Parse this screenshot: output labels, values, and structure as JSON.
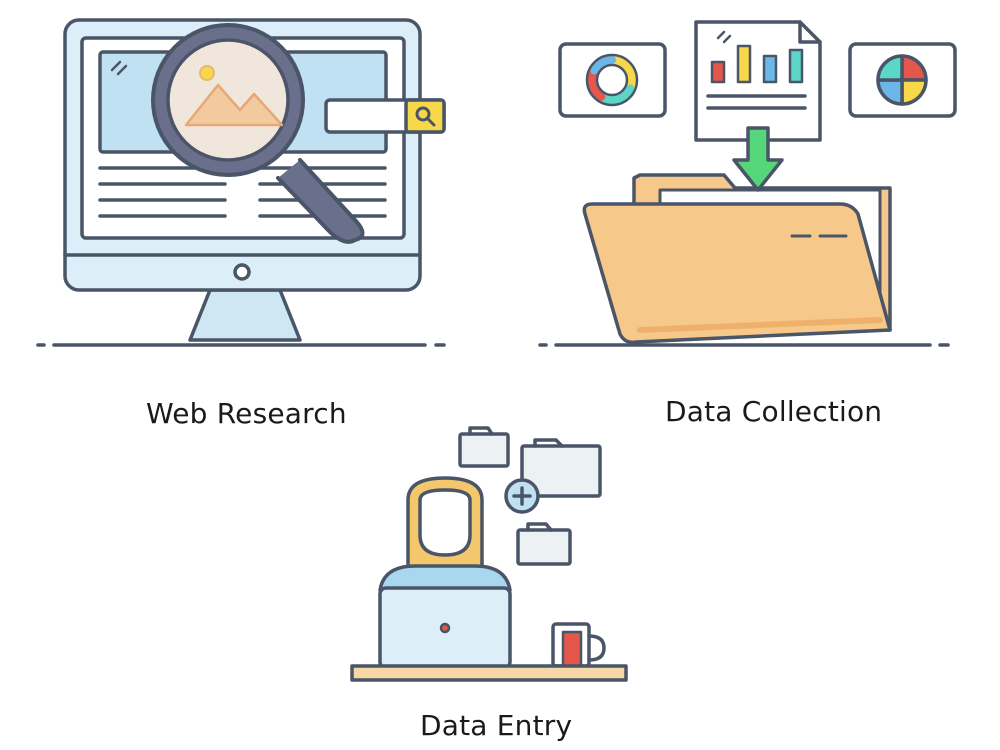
{
  "captions": {
    "web_research": "Web Research",
    "data_collection": "Data Collection",
    "data_entry": "Data Entry"
  },
  "palette": {
    "outline": "#4a5568",
    "screen_blue": "#bfe1f2",
    "monitor_frame": "#dceef7",
    "folder_orange": "#f6c88a",
    "folder_orange_dark": "#efb06b",
    "arrow_green": "#55d67a",
    "accent_yellow": "#f6d84a",
    "mug_red": "#e4574a",
    "hair_yellow": "#f4c76d",
    "shirt_blue": "#a7d8ef"
  },
  "icons": [
    "monitor-icon",
    "magnifier-icon",
    "search-bar-icon",
    "document-chart-icon",
    "donut-chart-icon",
    "pie-chart-icon",
    "folder-icon",
    "download-arrow-icon",
    "person-icon",
    "laptop-icon",
    "mug-icon",
    "add-folder-icon"
  ]
}
